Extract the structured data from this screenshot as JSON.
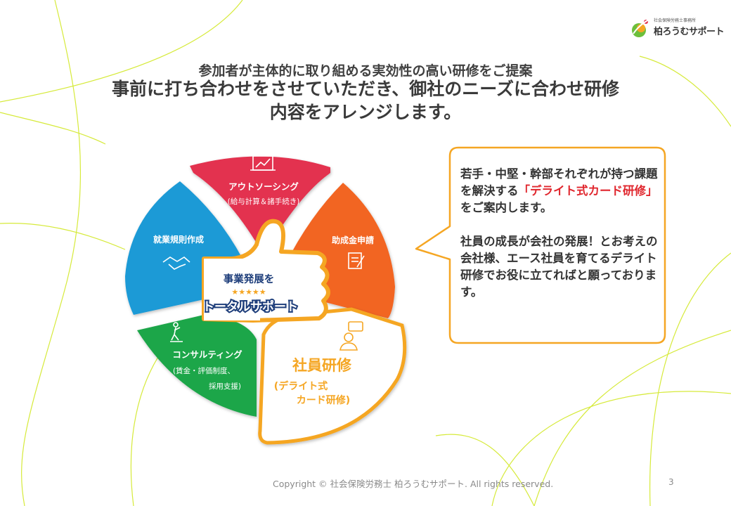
{
  "logo": {
    "org_type": "社会保険労務士事務所",
    "name": "柏ろうむサポート"
  },
  "heading": {
    "line1": "参加者が主体的に取り組める実効性の高い研修をご提案",
    "line2": "事前に打ち合わせをさせていただき、御社のニーズに合わせ研修",
    "line3": "内容をアレンジします。"
  },
  "segments": {
    "outsourcing": {
      "title": "アウトソーシング",
      "sub": "(給与計算＆諸手続き)",
      "color": "#e3334f",
      "icon": "line-chart-icon"
    },
    "subsidy": {
      "title": "助成金申請",
      "color": "#f26522",
      "icon": "document-pen-icon"
    },
    "training": {
      "title": "社員研修",
      "sub1": "(デライト式",
      "sub2": "カード研修)",
      "color": "#f5a623",
      "icon": "presenter-icon"
    },
    "consulting": {
      "title": "コンサルティング",
      "sub1": "(賃金・評価制度、",
      "sub2": "採用支援)",
      "color": "#1fa64a",
      "icon": "climbing-person-icon"
    },
    "rules": {
      "title": "就業規則作成",
      "color": "#1c9ad6",
      "icon": "handshake-icon"
    }
  },
  "center": {
    "line1": "事業発展を",
    "stars": "★★★★★",
    "line2": "トータルサポート"
  },
  "callout": {
    "p1_a": "若手・中堅・幹部それぞれが持つ課題を解決する",
    "p1_red": "「デライト式カード研修」",
    "p1_b": "をご案内します。",
    "p2": "社員の成長が会社の発展！とお考えの会社様、エース社員を育てるデライト研修でお役に立てればと願っております。"
  },
  "footer": {
    "copyright": "Copyright © 社会保険労務士 柏ろうむサポート. All rights reserved.",
    "page": "3"
  }
}
